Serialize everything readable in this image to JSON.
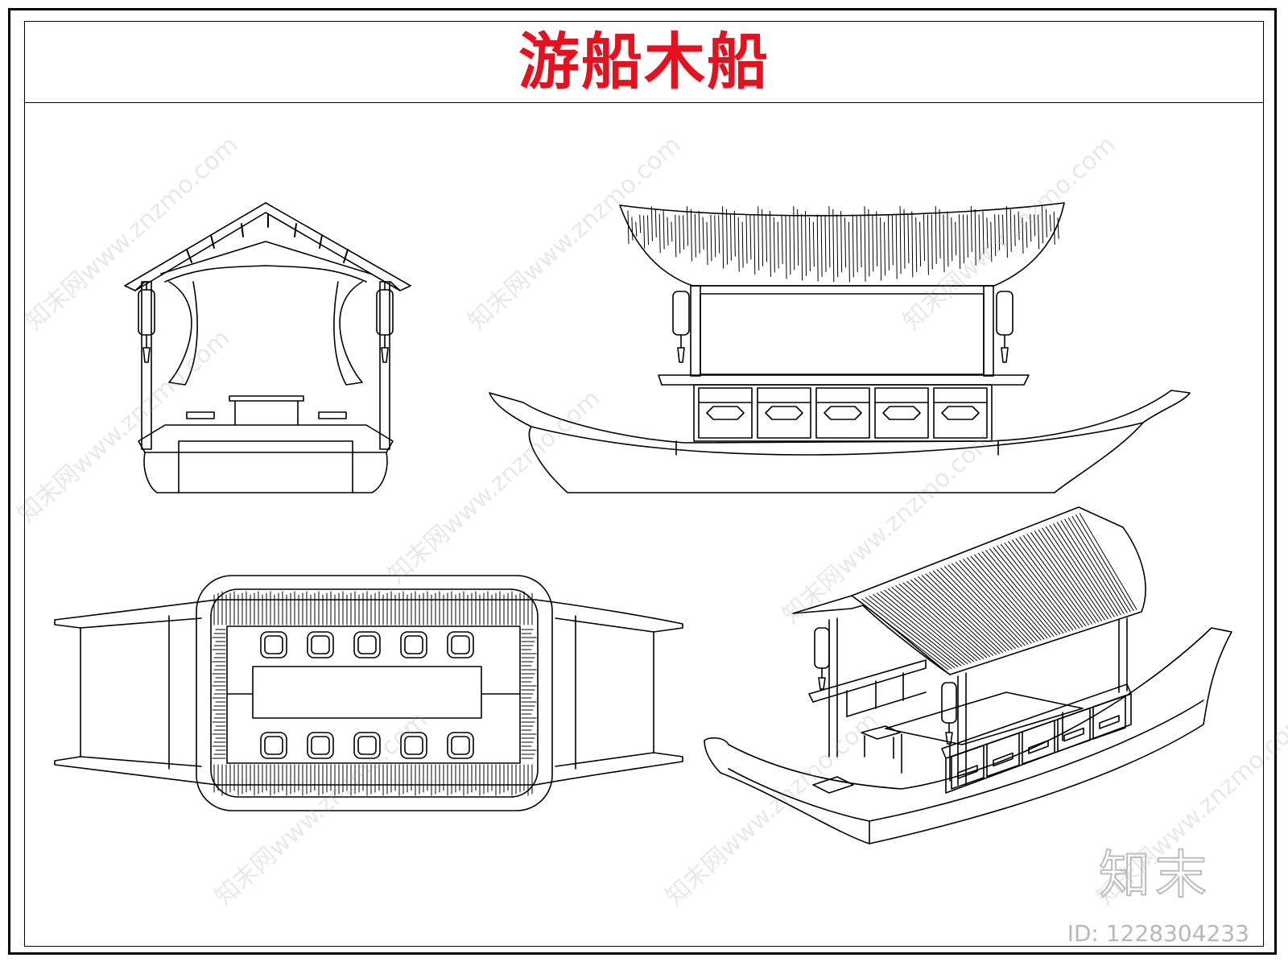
{
  "title": "游船木船",
  "watermark": {
    "text": "知末网www.znzmo.com"
  },
  "logo": {
    "text": "知末"
  },
  "id_label": "ID: 1228304233",
  "colors": {
    "title": "#e8101c",
    "lines": "#000000",
    "watermark": "#bdbdbd"
  }
}
